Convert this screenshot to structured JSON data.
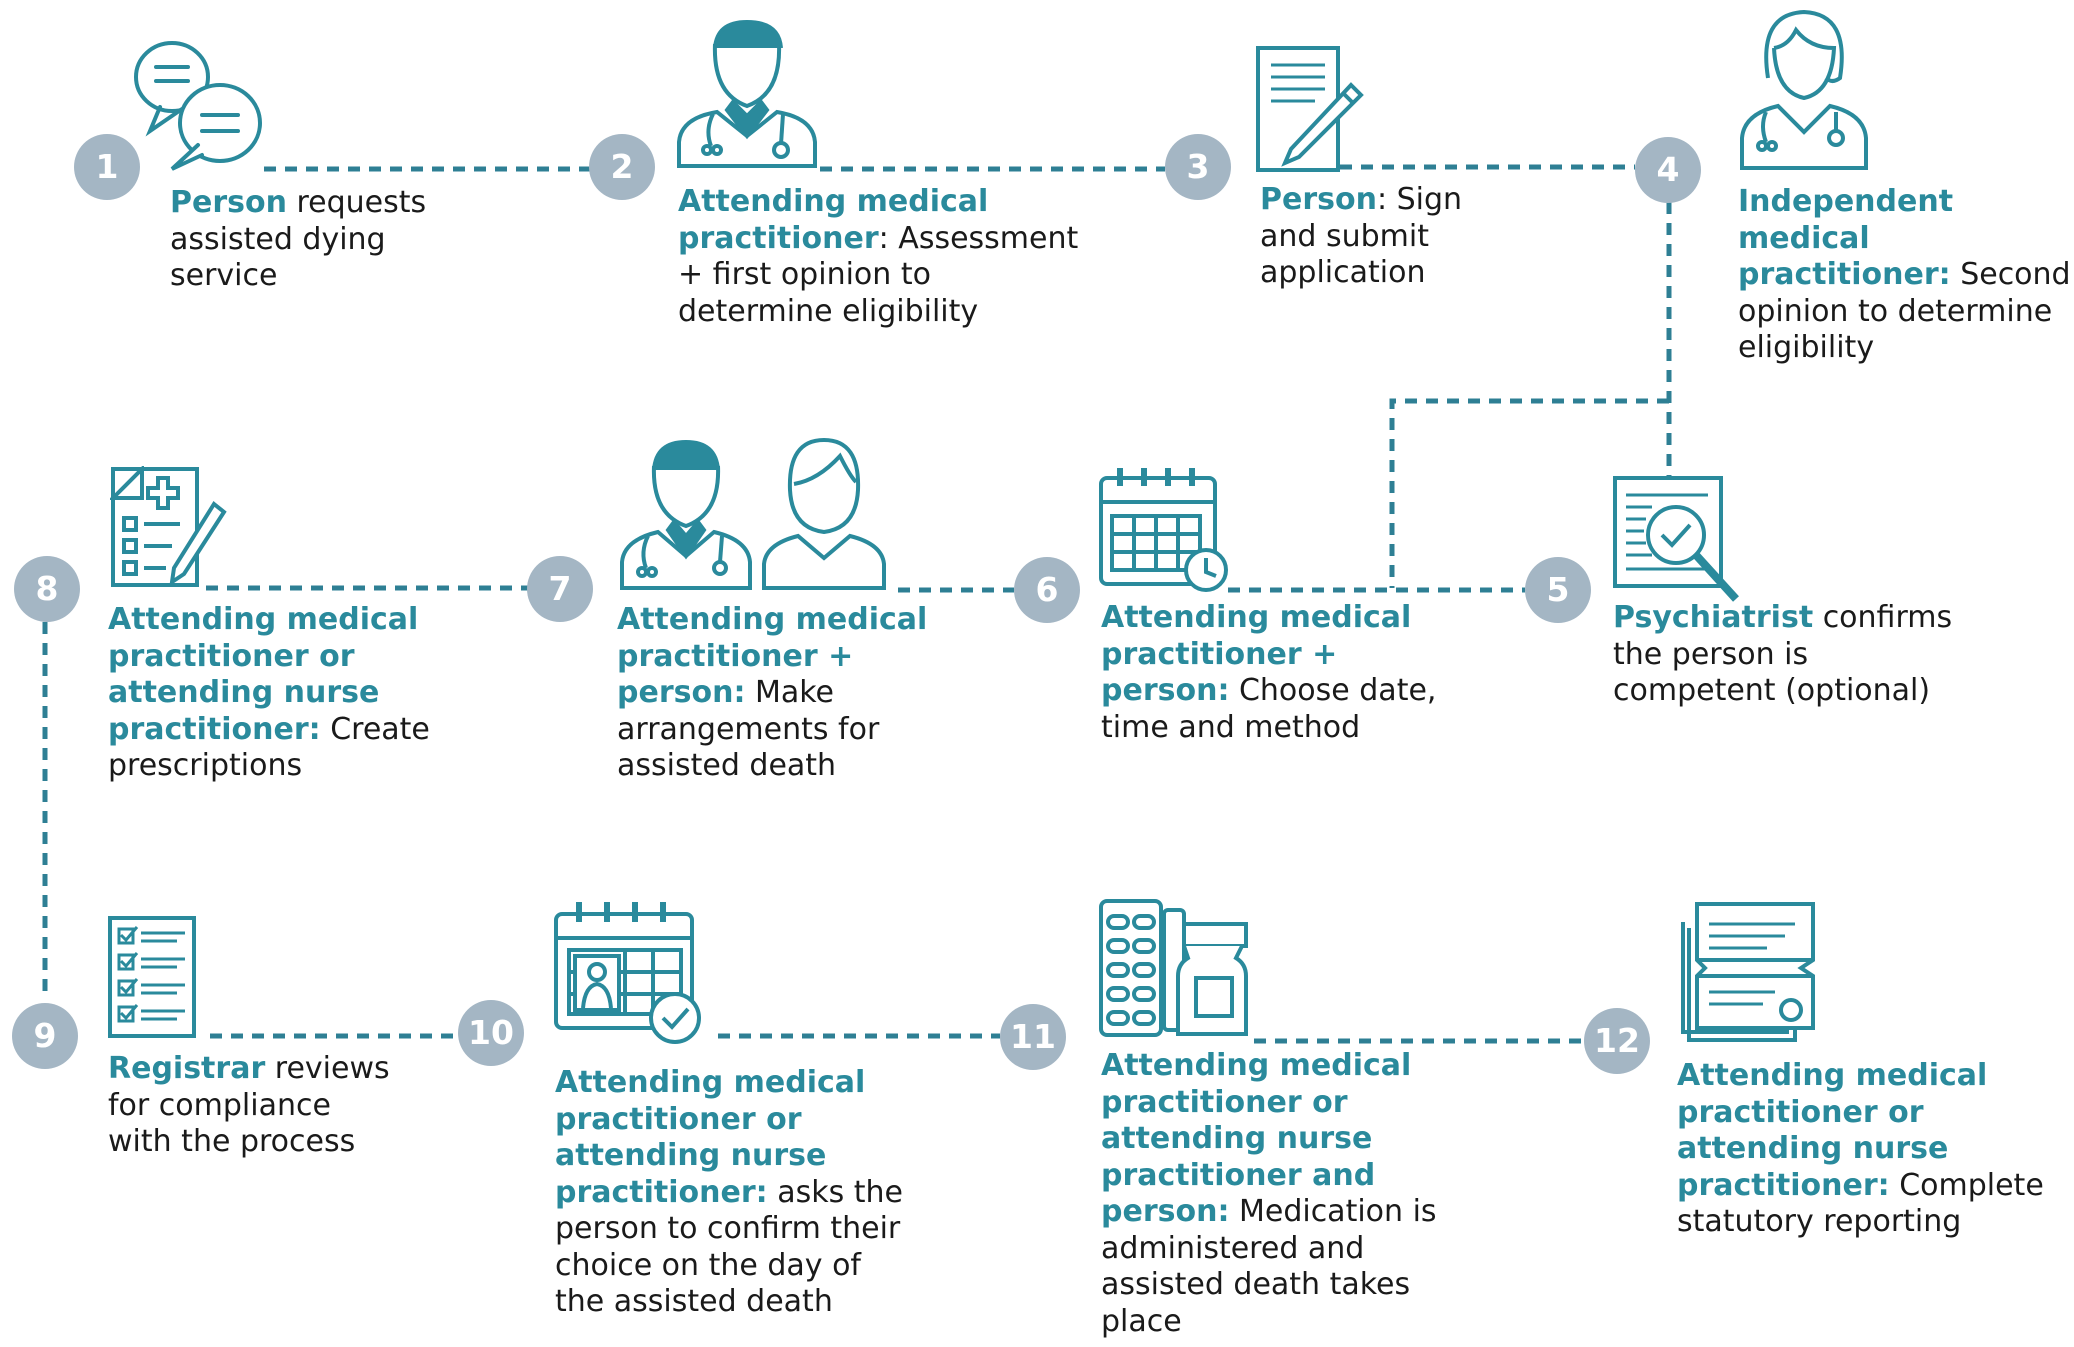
{
  "colors": {
    "accent": "#2a8a9c",
    "badge": "#a4b6c4",
    "text": "#1a1a1a",
    "line": "#2e7f94"
  },
  "steps": [
    {
      "number": "1",
      "role": "Person",
      "desc": " requests assisted dying service",
      "icon": "chat-bubbles-icon"
    },
    {
      "number": "2",
      "role": "Attending medical practitioner",
      "desc": ": Assessment + first opinion to determine eligibility",
      "icon": "male-doctor-icon"
    },
    {
      "number": "3",
      "role": "Person",
      "desc": ": Sign and submit application",
      "icon": "document-pen-icon"
    },
    {
      "number": "4",
      "role": "Independent medical practitioner:",
      "desc": " Second opinion to determine eligibility",
      "icon": "female-doctor-icon"
    },
    {
      "number": "5",
      "role": "Psychiatrist",
      "desc": " confirms the person is competent (optional)",
      "icon": "document-magnifier-icon"
    },
    {
      "number": "6",
      "role": "Attending medical practitioner + person:",
      "desc": " Choose date, time and method",
      "icon": "calendar-clock-icon"
    },
    {
      "number": "7",
      "role": "Attending medical practitioner + person:",
      "desc": " Make arrangements for assisted death",
      "icon": "doctor-and-person-icon"
    },
    {
      "number": "8",
      "role": "Attending medical practitioner or attending nurse practitioner:",
      "desc": " Create prescriptions",
      "icon": "prescription-clipboard-icon"
    },
    {
      "number": "9",
      "role": "Registrar",
      "desc": " reviews for compliance with the process",
      "icon": "checklist-icon"
    },
    {
      "number": "10",
      "role": "Attending medical practitioner or attending nurse practitioner:",
      "desc": " asks the person to confirm their choice on the day of the assisted death",
      "icon": "calendar-check-icon"
    },
    {
      "number": "11",
      "role": "Attending medical practitioner or attending nurse practitioner and person:",
      "desc": " Medication is administered and assisted death takes place",
      "icon": "pills-bottle-icon"
    },
    {
      "number": "12",
      "role": "Attending medical practitioner or attending nurse practitioner:",
      "desc": " Complete statutory reporting",
      "icon": "report-documents-icon"
    }
  ]
}
